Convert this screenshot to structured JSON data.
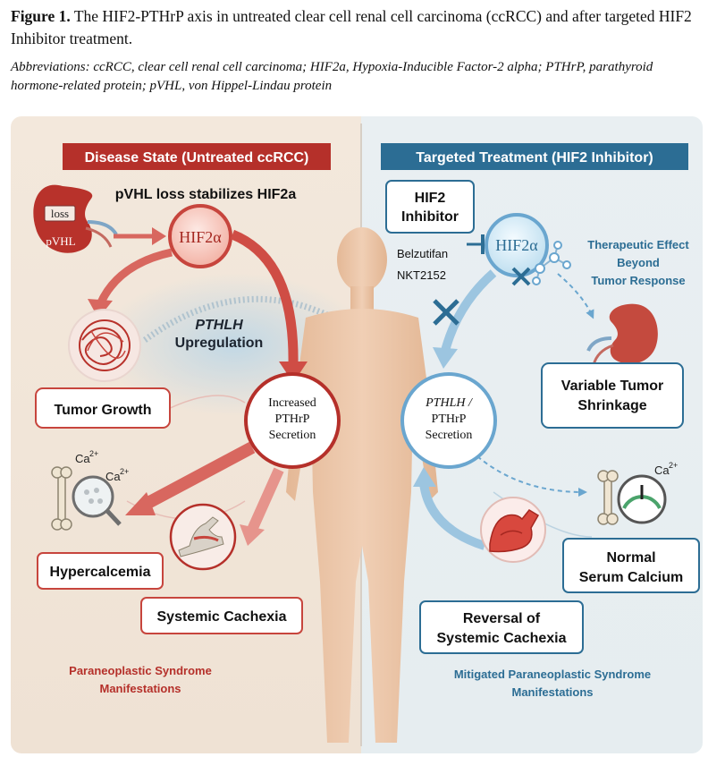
{
  "caption": {
    "figure_label": "Figure 1.",
    "figure_text": "The HIF2-PTHrP axis in untreated clear cell renal cell carcinoma (ccRCC) and after targeted HIF2 Inhibitor treatment.",
    "abbreviations": "Abbreviations: ccRCC, clear cell renal cell carcinoma; HIF2a, Hypoxia-Inducible Factor-2 alpha; PTHrP, parathyroid hormone-related protein; pVHL, von Hippel-Lindau protein"
  },
  "left": {
    "banner": "Disease State (Untreated ccRCC)",
    "subtitle": "pVHL loss stabilizes HIF2a",
    "kidney_loss": "loss",
    "kidney_pvhl": "pVHL",
    "hif2a": "HIF2α",
    "pthlh_1": "PTHLH",
    "pthlh_2": "Upregulation",
    "tumor_growth": "Tumor Growth",
    "secretion_1": "Increased",
    "secretion_2": "PTHrP",
    "secretion_3": "Secretion",
    "ca_1": "Ca",
    "ca_2": "Ca",
    "ca_sup": "2+",
    "hypercalcemia": "Hypercalcemia",
    "cachexia": "Systemic Cachexia",
    "footer_1": "Paraneoplastic Syndrome",
    "footer_2": "Manifestations"
  },
  "right": {
    "banner": "Targeted Treatment (HIF2 Inhibitor)",
    "inhibitor_1": "HIF2",
    "inhibitor_2": "Inhibitor",
    "drug_1": "Belzutifan",
    "drug_2": "NKT2152",
    "hif2a": "HIF2α",
    "effect_1": "Therapeutic Effect",
    "effect_2": "Beyond",
    "effect_3": "Tumor Response",
    "shrink_1": "Variable Tumor",
    "shrink_2": "Shrinkage",
    "secretion_1": "PTHLH /",
    "secretion_2": "PTHrP",
    "secretion_3": "Secretion",
    "ca": "Ca",
    "ca_sup": "2+",
    "calcium_1": "Normal",
    "calcium_2": "Serum Calcium",
    "cachexia_1": "Reversal of",
    "cachexia_2": "Systemic Cachexia",
    "footer_1": "Mitigated Paraneoplastic Syndrome",
    "footer_2": "Manifestations"
  },
  "colors": {
    "disease_red": "#b5302a",
    "treatment_blue": "#2c6d94",
    "body_tone": "#e7c0a3"
  }
}
